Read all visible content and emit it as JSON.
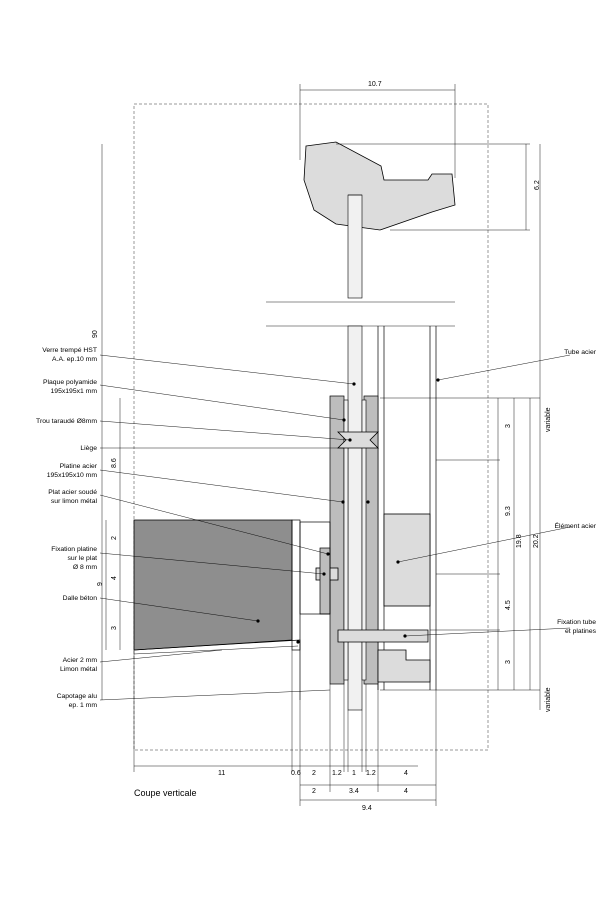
{
  "caption": "Coupe verticale",
  "labels_left": [
    [
      "Verre trempé HST",
      "A.A. ep.10 mm"
    ],
    [
      "Plaque polyamide",
      "195x195x1 mm"
    ],
    [
      "Trou taraudé Ø8mm"
    ],
    [
      "Liège"
    ],
    [
      "Platine acier",
      "195x195x10 mm"
    ],
    [
      "Plat acier soudé",
      "sur limon métal"
    ],
    [
      "Fixation platine",
      "sur le plat",
      "Ø 8 mm"
    ],
    [
      "Dalle béton"
    ],
    [
      "Acier 2 mm",
      "Limon métal"
    ],
    [
      "Capotage alu",
      "ep. 1 mm"
    ]
  ],
  "labels_right": [
    [
      "Tube acier"
    ],
    [
      "Élément acier"
    ],
    [
      "Fixation tube",
      "et platines"
    ]
  ],
  "dims_top": "10.7",
  "dims_right_rail": "6.2",
  "dims_left_outer": "90",
  "dims_left": [
    "8.6",
    "2",
    "4",
    "9",
    "3"
  ],
  "dims_right_inner": [
    "3",
    "9.3",
    "19.8",
    "20.2",
    "4.5",
    "3"
  ],
  "dims_right_text": [
    "variable",
    "variable"
  ],
  "dims_bottom_row1": [
    "11",
    "0.6",
    "2",
    "1.2",
    "1",
    "1.2",
    "4"
  ],
  "dims_bottom_row2": [
    "2",
    "3.4",
    "4"
  ],
  "dims_bottom_row3": "9.4"
}
